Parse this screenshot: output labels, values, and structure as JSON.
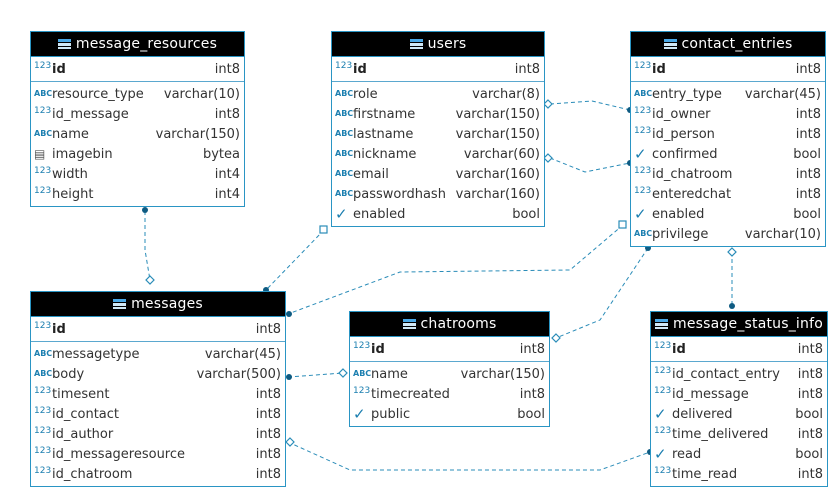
{
  "tables": {
    "message_resources": {
      "name": "message_resources",
      "pk": {
        "icon": "123",
        "name": "id",
        "type": "int8"
      },
      "cols": [
        {
          "icon": "ABC",
          "name": "resource_type",
          "type": "varchar(10)"
        },
        {
          "icon": "123",
          "name": "id_message",
          "type": "int8"
        },
        {
          "icon": "ABC",
          "name": "name",
          "type": "varchar(150)"
        },
        {
          "icon": "binary-icon",
          "name": "imagebin",
          "type": "bytea"
        },
        {
          "icon": "123",
          "name": "width",
          "type": "int4"
        },
        {
          "icon": "123",
          "name": "height",
          "type": "int4"
        }
      ]
    },
    "users": {
      "name": "users",
      "pk": {
        "icon": "123",
        "name": "id",
        "type": "int8"
      },
      "cols": [
        {
          "icon": "ABC",
          "name": "role",
          "type": "varchar(8)"
        },
        {
          "icon": "ABC",
          "name": "firstname",
          "type": "varchar(150)"
        },
        {
          "icon": "ABC",
          "name": "lastname",
          "type": "varchar(150)"
        },
        {
          "icon": "ABC",
          "name": "nickname",
          "type": "varchar(60)"
        },
        {
          "icon": "ABC",
          "name": "email",
          "type": "varchar(160)"
        },
        {
          "icon": "ABC",
          "name": "passwordhash",
          "type": "varchar(160)"
        },
        {
          "icon": "check-icon",
          "name": "enabled",
          "type": "bool"
        }
      ]
    },
    "contact_entries": {
      "name": "contact_entries",
      "pk": {
        "icon": "123",
        "name": "id",
        "type": "int8"
      },
      "cols": [
        {
          "icon": "ABC",
          "name": "entry_type",
          "type": "varchar(45)"
        },
        {
          "icon": "123",
          "name": "id_owner",
          "type": "int8"
        },
        {
          "icon": "123",
          "name": "id_person",
          "type": "int8"
        },
        {
          "icon": "check-icon",
          "name": "confirmed",
          "type": "bool"
        },
        {
          "icon": "123",
          "name": "id_chatroom",
          "type": "int8"
        },
        {
          "icon": "123",
          "name": "enteredchat",
          "type": "int8"
        },
        {
          "icon": "check-icon",
          "name": "enabled",
          "type": "bool"
        },
        {
          "icon": "ABC",
          "name": "privilege",
          "type": "varchar(10)"
        }
      ]
    },
    "messages": {
      "name": "messages",
      "pk": {
        "icon": "123",
        "name": "id",
        "type": "int8"
      },
      "cols": [
        {
          "icon": "ABC",
          "name": "messagetype",
          "type": "varchar(45)"
        },
        {
          "icon": "ABC",
          "name": "body",
          "type": "varchar(500)"
        },
        {
          "icon": "123",
          "name": "timesent",
          "type": "int8"
        },
        {
          "icon": "123",
          "name": "id_contact",
          "type": "int8"
        },
        {
          "icon": "123",
          "name": "id_author",
          "type": "int8"
        },
        {
          "icon": "123",
          "name": "id_messageresource",
          "type": "int8"
        },
        {
          "icon": "123",
          "name": "id_chatroom",
          "type": "int8"
        }
      ]
    },
    "chatrooms": {
      "name": "chatrooms",
      "pk": {
        "icon": "123",
        "name": "id",
        "type": "int8"
      },
      "cols": [
        {
          "icon": "ABC",
          "name": "name",
          "type": "varchar(150)"
        },
        {
          "icon": "123",
          "name": "timecreated",
          "type": "int8"
        },
        {
          "icon": "check-icon",
          "name": "public",
          "type": "bool"
        }
      ]
    },
    "message_status_info": {
      "name": "message_status_info",
      "pk": {
        "icon": "123",
        "name": "id",
        "type": "int8"
      },
      "cols": [
        {
          "icon": "123",
          "name": "id_contact_entry",
          "type": "int8"
        },
        {
          "icon": "123",
          "name": "id_message",
          "type": "int8"
        },
        {
          "icon": "check-icon",
          "name": "delivered",
          "type": "bool"
        },
        {
          "icon": "123",
          "name": "time_delivered",
          "type": "int8"
        },
        {
          "icon": "check-icon",
          "name": "read",
          "type": "bool"
        },
        {
          "icon": "123",
          "name": "time_read",
          "type": "int8"
        }
      ]
    }
  },
  "relationships": [
    {
      "from": "message_resources",
      "to": "messages"
    },
    {
      "from": "users",
      "to": "messages"
    },
    {
      "from": "users",
      "to": "contact_entries"
    },
    {
      "from": "users",
      "to": "contact_entries"
    },
    {
      "from": "contact_entries",
      "to": "messages"
    },
    {
      "from": "contact_entries",
      "to": "chatrooms"
    },
    {
      "from": "contact_entries",
      "to": "message_status_info"
    },
    {
      "from": "chatrooms",
      "to": "messages"
    },
    {
      "from": "messages",
      "to": "message_status_info"
    }
  ],
  "colors": {
    "accent": "#2a95c4",
    "link": "#2a8cb8",
    "header_bg": "#000000"
  }
}
